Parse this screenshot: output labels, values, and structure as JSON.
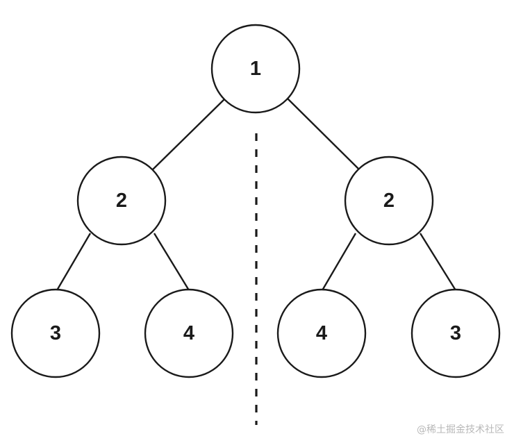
{
  "diagram": {
    "type": "binary-tree",
    "nodes": [
      {
        "id": "root",
        "label": "1"
      },
      {
        "id": "left",
        "label": "2"
      },
      {
        "id": "right",
        "label": "2"
      },
      {
        "id": "left-left",
        "label": "3"
      },
      {
        "id": "left-right",
        "label": "4"
      },
      {
        "id": "right-left",
        "label": "4"
      },
      {
        "id": "right-right",
        "label": "3"
      }
    ],
    "edges": [
      {
        "from": "root",
        "to": "left"
      },
      {
        "from": "root",
        "to": "right"
      },
      {
        "from": "left",
        "to": "left-left"
      },
      {
        "from": "left",
        "to": "left-right"
      },
      {
        "from": "right",
        "to": "right-left"
      },
      {
        "from": "right",
        "to": "right-right"
      }
    ],
    "symmetry_axis": "dashed-vertical"
  },
  "watermark": "@稀土掘金技术社区",
  "colors": {
    "stroke": "#1a1a1a",
    "background": "#ffffff",
    "watermark": "#b8b8b8"
  }
}
